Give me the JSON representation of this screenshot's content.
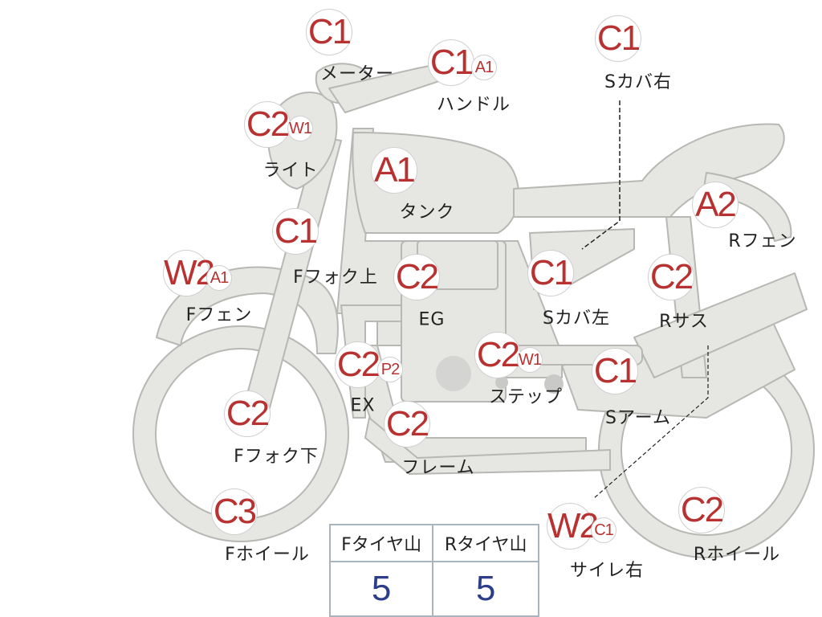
{
  "parts": [
    {
      "grade": "C1",
      "label": "メーター"
    },
    {
      "grade": "C1",
      "subgrade": "A1",
      "label": "ハンドル"
    },
    {
      "grade": "C1",
      "label": "Sカバ右"
    },
    {
      "grade": "C2",
      "subgrade": "W1",
      "label": "ライト"
    },
    {
      "grade": "A1",
      "label": "タンク"
    },
    {
      "grade": "C1",
      "label": "Fフォク上"
    },
    {
      "grade": "W2",
      "subgrade": "A1",
      "label": "Fフェン"
    },
    {
      "grade": "C2",
      "label": "EG"
    },
    {
      "grade": "C1",
      "label": "Sカバ左"
    },
    {
      "grade": "A2",
      "label": "Rフェン"
    },
    {
      "grade": "C2",
      "label": "Rサス"
    },
    {
      "grade": "C2",
      "subgrade": "P2",
      "label": "EX"
    },
    {
      "grade": "C2",
      "subgrade": "W1",
      "label": "ステップ"
    },
    {
      "grade": "C1",
      "label": "Sアーム"
    },
    {
      "grade": "C2",
      "label": "Fフォク下"
    },
    {
      "grade": "C2",
      "label": "フレーム"
    },
    {
      "grade": "C3",
      "label": "Fホイール"
    },
    {
      "grade": "W2",
      "subgrade": "C1",
      "label": "サイレ右"
    },
    {
      "grade": "C2",
      "label": "Rホイール"
    }
  ],
  "tire_table": {
    "front_header": "Fタイヤ山",
    "rear_header": "Rタイヤ山",
    "front_value": "5",
    "rear_value": "5"
  },
  "colors": {
    "grade_text": "#b83232",
    "bike_fill": "#e6e6e3",
    "bike_stroke": "#b7b7b3",
    "table_value": "#2c3d8a"
  }
}
